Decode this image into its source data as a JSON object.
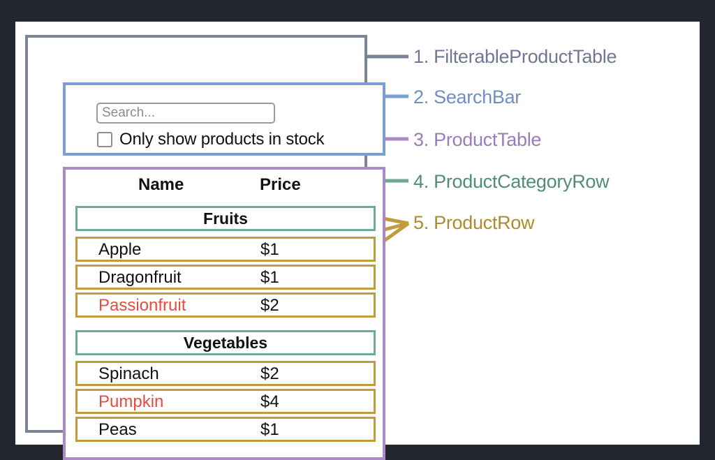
{
  "theme": {
    "page_background": "#22262f",
    "card_background": "#ffffff",
    "filterable_border": "#7b8399",
    "searchbar_border": "#7c9ed3",
    "producttable_border": "#ab8ac6",
    "categoryrow_border": "#6fa99b",
    "productrow_border": "#c29b3c",
    "out_of_stock_text": "#e54b41",
    "text": "#111111"
  },
  "search": {
    "placeholder": "Search...",
    "value": "",
    "checkbox_label": "Only show products in stock",
    "checkbox_checked": false
  },
  "table": {
    "columns": [
      "Name",
      "Price"
    ],
    "groups": [
      {
        "category": "Fruits",
        "rows": [
          {
            "name": "Apple",
            "price": "$1",
            "in_stock": true
          },
          {
            "name": "Dragonfruit",
            "price": "$1",
            "in_stock": true
          },
          {
            "name": "Passionfruit",
            "price": "$2",
            "in_stock": false
          }
        ]
      },
      {
        "category": "Vegetables",
        "rows": [
          {
            "name": "Spinach",
            "price": "$2",
            "in_stock": true
          },
          {
            "name": "Pumpkin",
            "price": "$4",
            "in_stock": false
          },
          {
            "name": "Peas",
            "price": "$1",
            "in_stock": true
          }
        ]
      }
    ]
  },
  "legend": {
    "items": [
      {
        "number": "1.",
        "label": "FilterableProductTable",
        "text": "1. FilterableProductTable",
        "color": "#6f7890"
      },
      {
        "number": "2.",
        "label": "SearchBar",
        "text": "2. SearchBar",
        "color": "#6f8fc4"
      },
      {
        "number": "3.",
        "label": "ProductTable",
        "text": "3. ProductTable",
        "color": "#9b7cb8"
      },
      {
        "number": "4.",
        "label": "ProductCategoryRow",
        "text": "4. ProductCategoryRow",
        "color": "#4f8c7c"
      },
      {
        "number": "5.",
        "label": "ProductRow",
        "text": "5. ProductRow",
        "color": "#b08a2c"
      }
    ]
  }
}
